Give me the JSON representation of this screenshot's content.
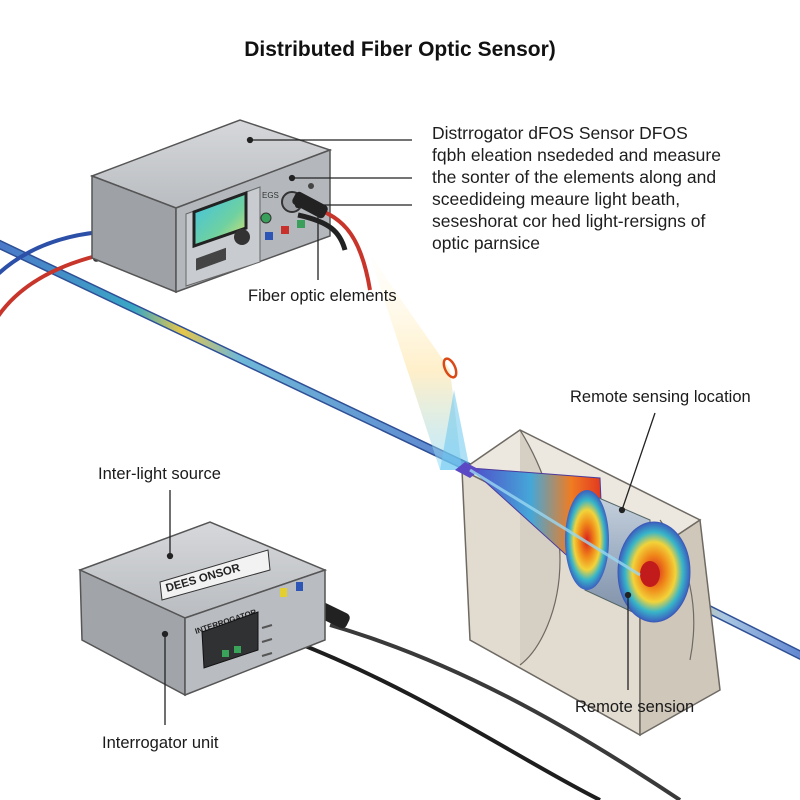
{
  "title": "Distributed Fiber Optic Sensor)",
  "description_lines": [
    "Distrrogator dFOS Sensor DFOS",
    "fqbh eleation nsededed and measure",
    "the sonter of the elements along and",
    "sceedideing meaure light beath,",
    "seseshorat cor hed light-rersigns of",
    "optic parnsice"
  ],
  "labels": {
    "fiber_optic_elements": "Fiber optic elements",
    "remote_sensing_location": "Remote sensing location",
    "inter_light_source": "Inter-light source",
    "remote_sension": "Remote sension",
    "interrogator_unit": "Interrogator unit"
  },
  "device_text": {
    "top_panel_small": "EGS",
    "bottom_nameplate": "DEES ONSOR",
    "bottom_panel_label": "INTERROGATOR"
  },
  "colors": {
    "fiber_blue": "#2f5fb8",
    "fiber_red": "#c8352b",
    "device_gray": "#a7abb0",
    "stone": "#e2dbd0"
  }
}
